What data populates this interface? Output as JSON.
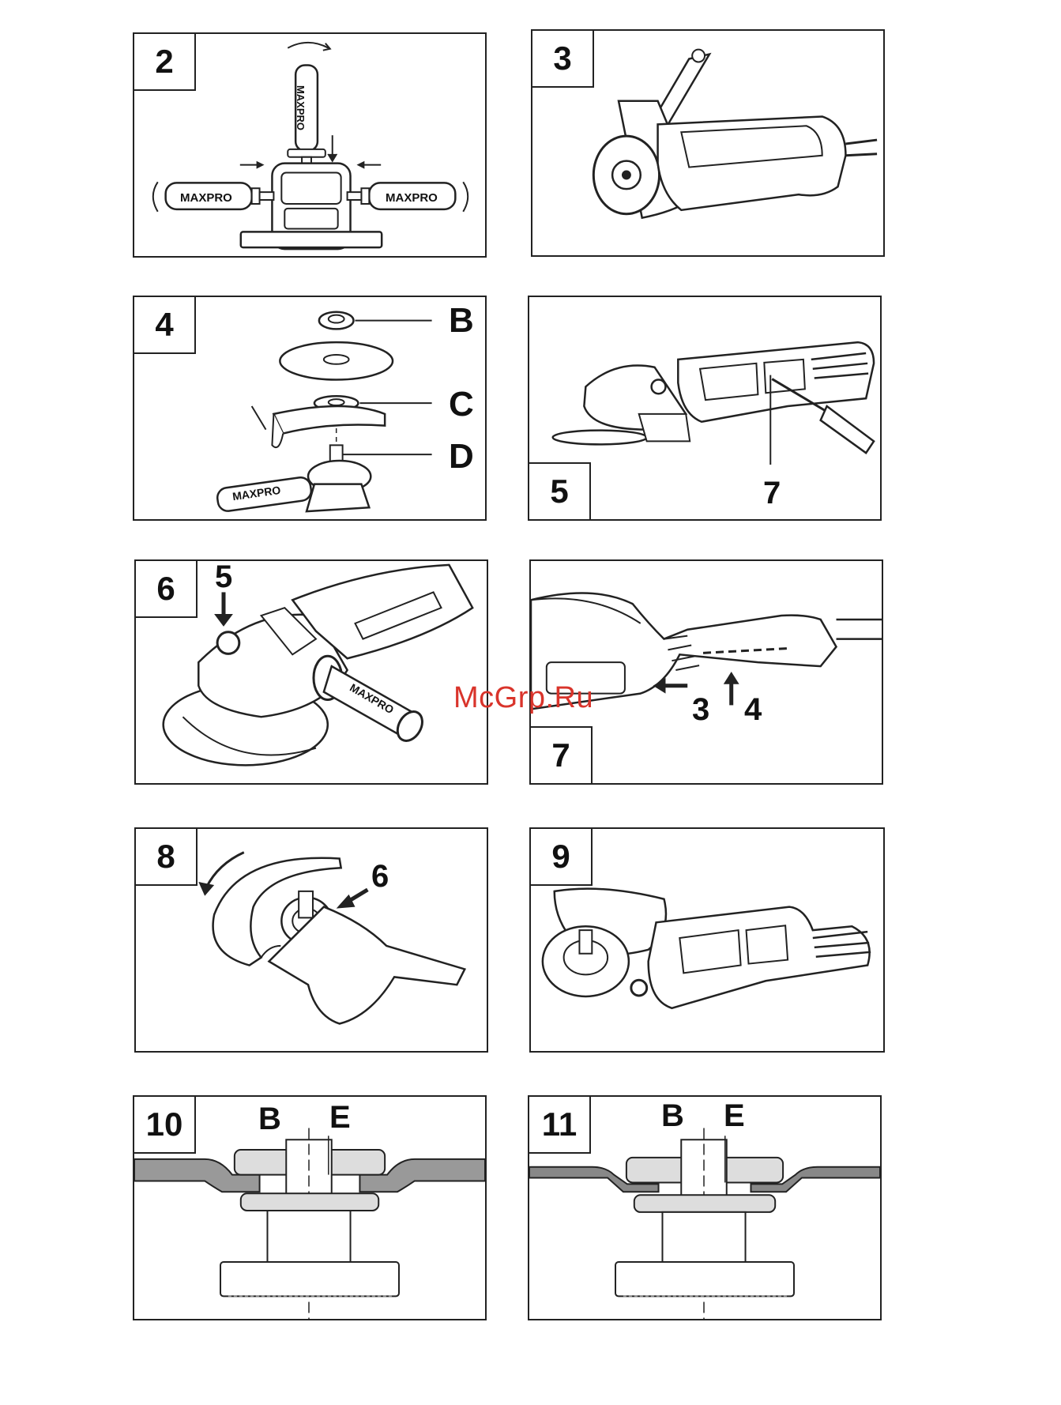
{
  "figures": [
    {
      "id": "2",
      "brand": "MAXPRO"
    },
    {
      "id": "3"
    },
    {
      "id": "4",
      "labels": [
        "B",
        "C",
        "D"
      ],
      "brand": "MAXPRO"
    },
    {
      "id": "5",
      "labels": [
        "7"
      ]
    },
    {
      "id": "6",
      "labels": [
        "5"
      ],
      "brand": "MAXPRO"
    },
    {
      "id": "7",
      "labels": [
        "3",
        "4"
      ]
    },
    {
      "id": "8",
      "labels": [
        "6"
      ]
    },
    {
      "id": "9"
    },
    {
      "id": "10",
      "labels": [
        "B",
        "E"
      ]
    },
    {
      "id": "11",
      "labels": [
        "B",
        "E"
      ]
    }
  ],
  "watermark": "McGrp.Ru"
}
